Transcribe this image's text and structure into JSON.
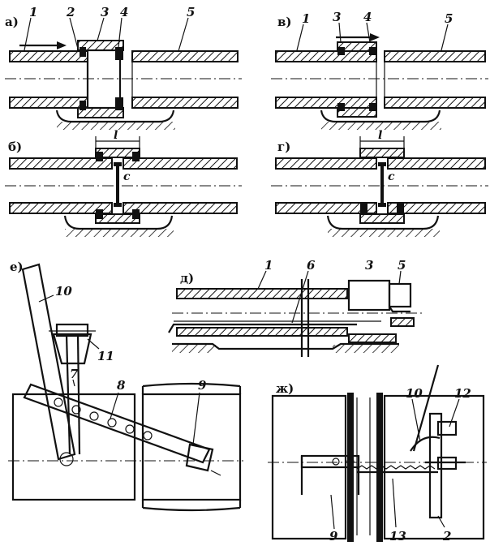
{
  "sections": {
    "a": "а)",
    "b": "б)",
    "v": "в)",
    "g": "г)",
    "d": "д)",
    "e": "е)",
    "zh": "ж)"
  },
  "labels": {
    "n1": "1",
    "n2": "2",
    "n3": "3",
    "n4": "4",
    "n5": "5",
    "n6": "6",
    "n7": "7",
    "n8": "8",
    "n9": "9",
    "n10": "10",
    "n11": "11",
    "n12": "12",
    "n13": "13"
  },
  "dimensions": {
    "length": "l",
    "gap": "c"
  },
  "colors": {
    "ink": "#111111",
    "paper": "#ffffff"
  }
}
